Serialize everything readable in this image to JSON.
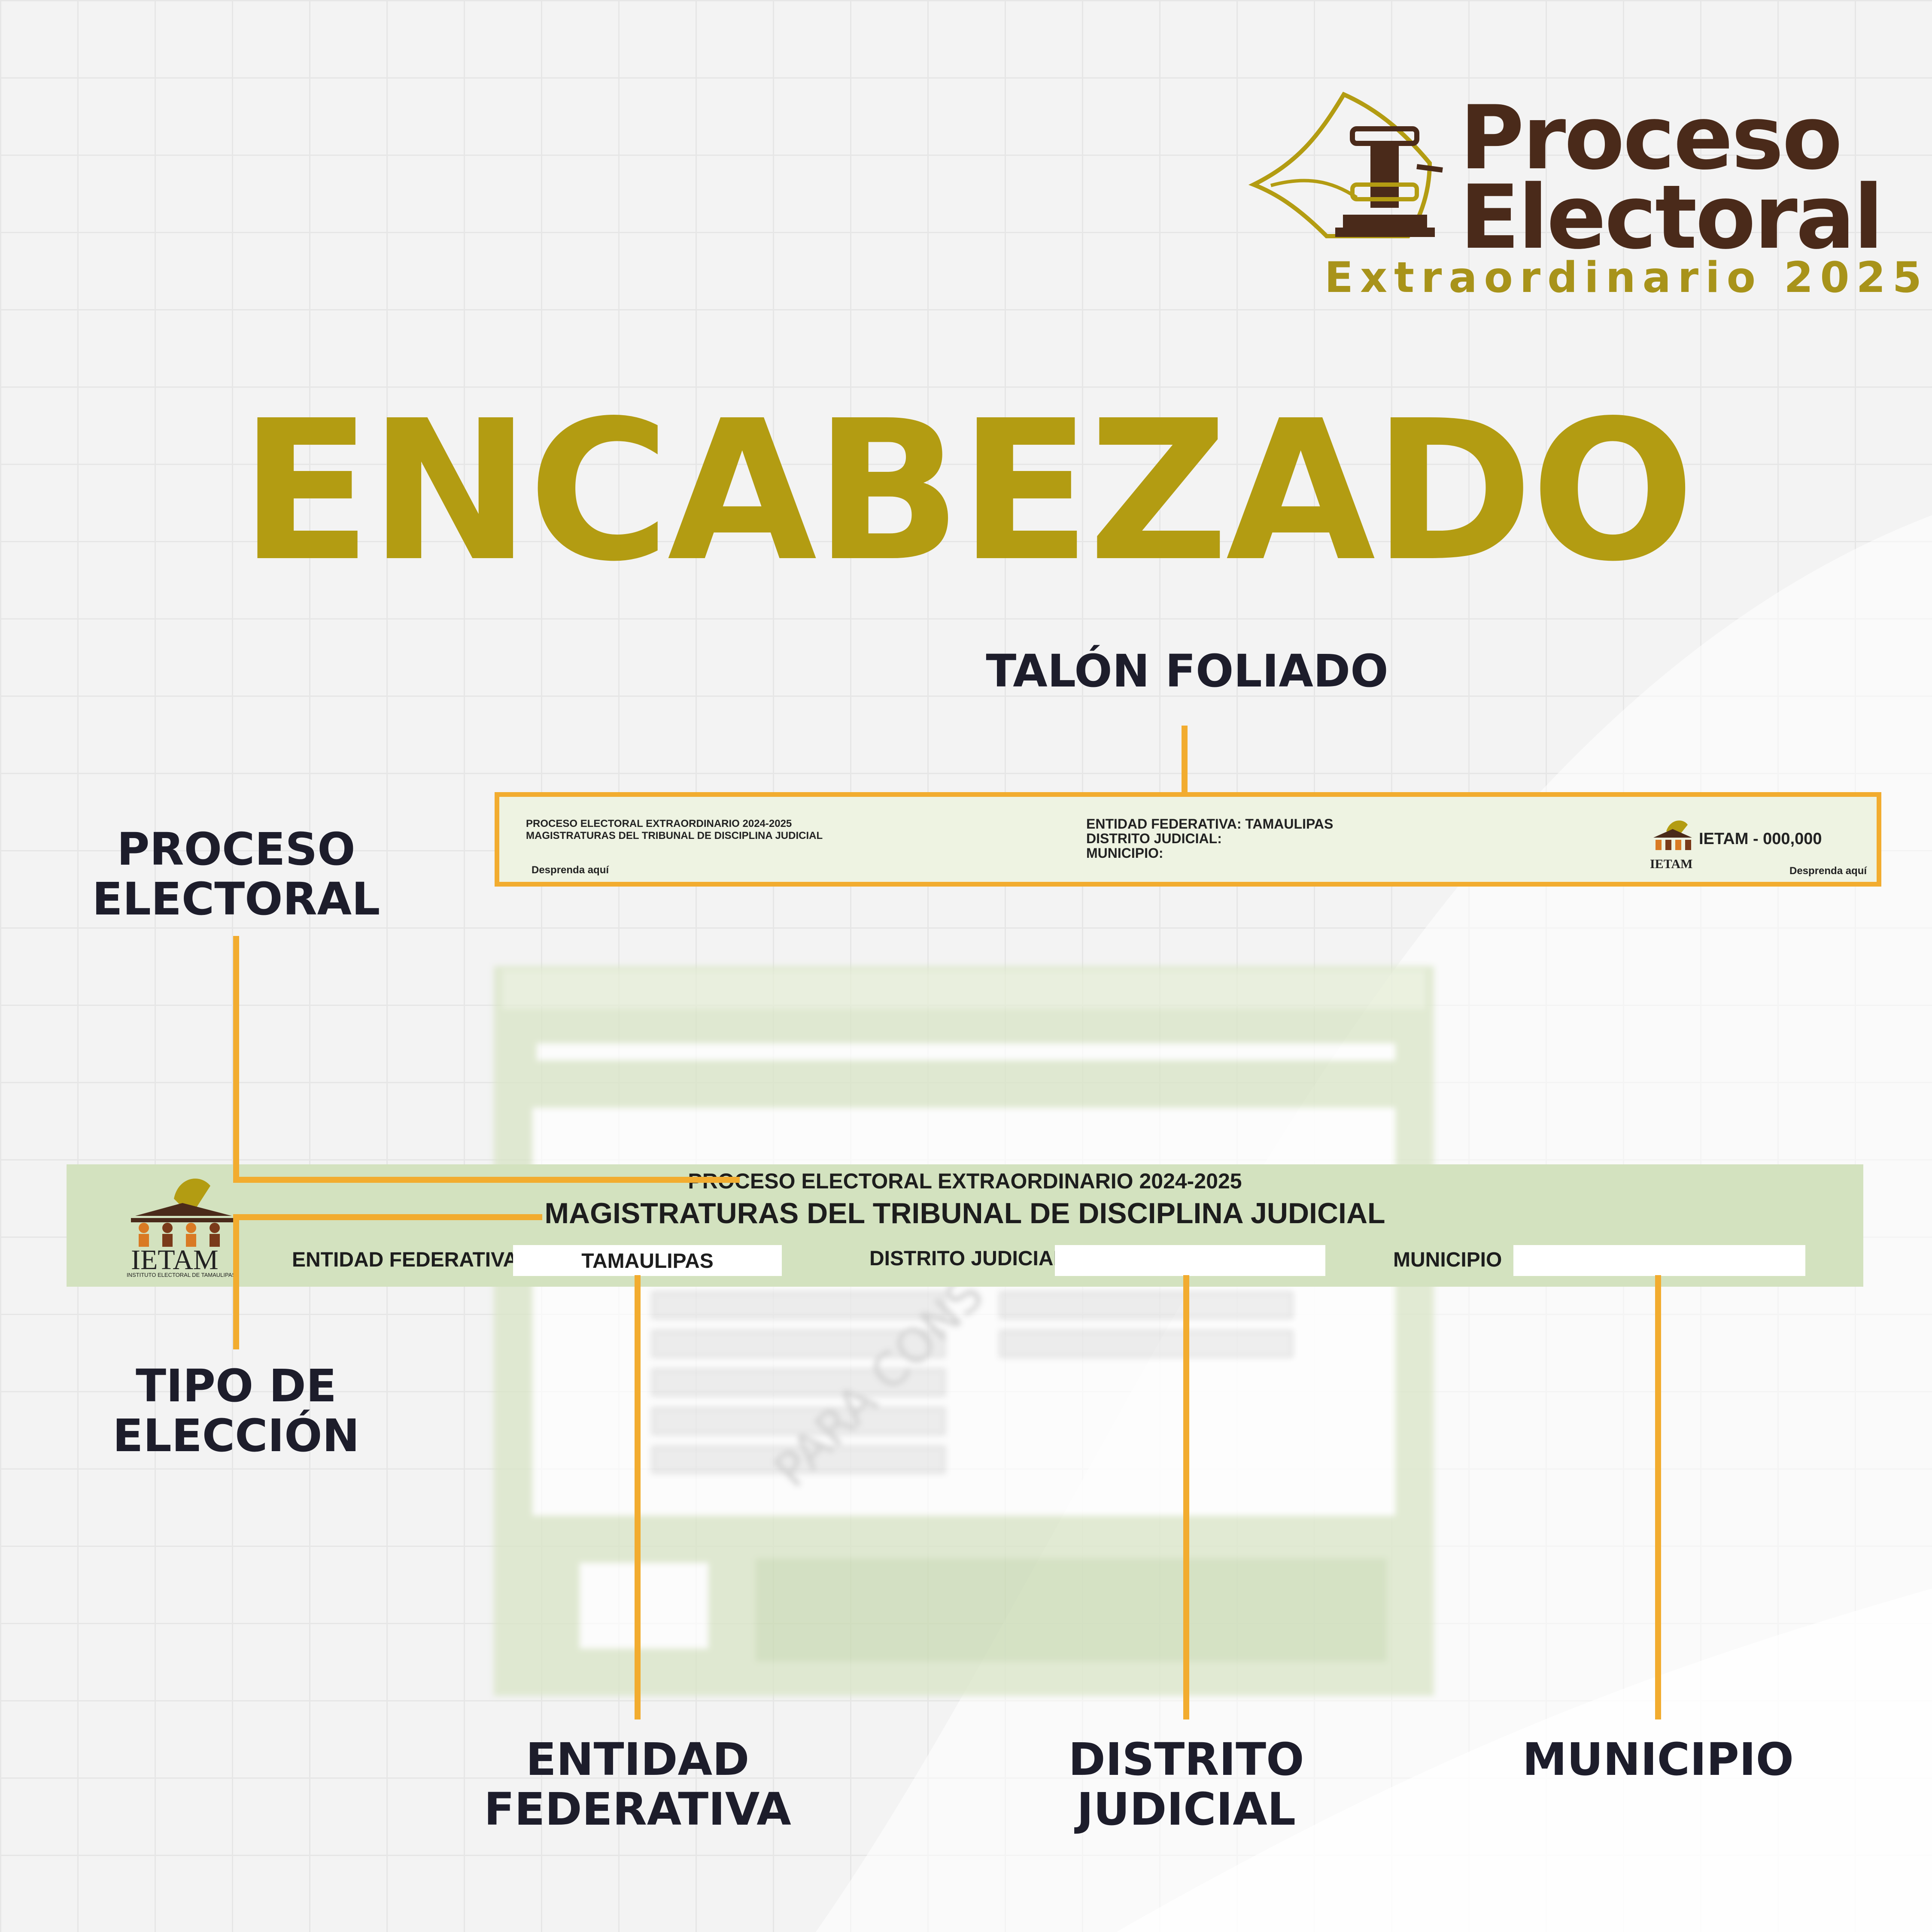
{
  "logo": {
    "line1": "Proceso",
    "line2": "Electoral",
    "line3": "Extraordinario 2025",
    "colors": {
      "brown": "#4a2a1a",
      "gold": "#a8931a"
    }
  },
  "title": "ENCABEZADO",
  "labels": {
    "talon_foliado": "TALÓN FOLIADO",
    "proceso_electoral_1": "PROCESO",
    "proceso_electoral_2": "ELECTORAL",
    "tipo_eleccion_1": "TIPO DE",
    "tipo_eleccion_2": "ELECCIÓN",
    "entidad_federativa_1": "ENTIDAD",
    "entidad_federativa_2": "FEDERATIVA",
    "distrito_judicial_1": "DISTRITO",
    "distrito_judicial_2": "JUDICIAL",
    "municipio": "MUNICIPIO"
  },
  "talon": {
    "process_line1": "PROCESO ELECTORAL EXTRAORDINARIO 2024-2025",
    "process_line2": "MAGISTRATURAS DEL TRIBUNAL DE DISCIPLINA JUDICIAL",
    "entidad": "ENTIDAD FEDERATIVA: TAMAULIPAS",
    "distrito": "DISTRITO JUDICIAL:",
    "municipio": "MUNICIPIO:",
    "folio": "IETAM - 000,000",
    "ietam": "IETAM",
    "desprenda_left": "Desprenda aquí",
    "desprenda_right": "Desprenda aquí"
  },
  "header": {
    "process": "PROCESO ELECTORAL EXTRAORDINARIO 2024-2025",
    "election_type": "MAGISTRATURAS DEL TRIBUNAL DE DISCIPLINA JUDICIAL",
    "entidad_label": "ENTIDAD FEDERATIVA",
    "entidad_value": "TAMAULIPAS",
    "distrito_label": "DISTRITO JUDICIAL",
    "distrito_value": "",
    "municipio_label": "MUNICIPIO",
    "municipio_value": "",
    "ietam": "IETAM",
    "ietam_sub": "INSTITUTO ELECTORAL DE TAMAULIPAS"
  },
  "ballot_watermark": "PARA CONS",
  "colors": {
    "accent_orange": "#f2ac2f",
    "title_gold": "#b39c12",
    "band_green": "#d3e2bf",
    "label_dark": "#1d1d2b"
  }
}
